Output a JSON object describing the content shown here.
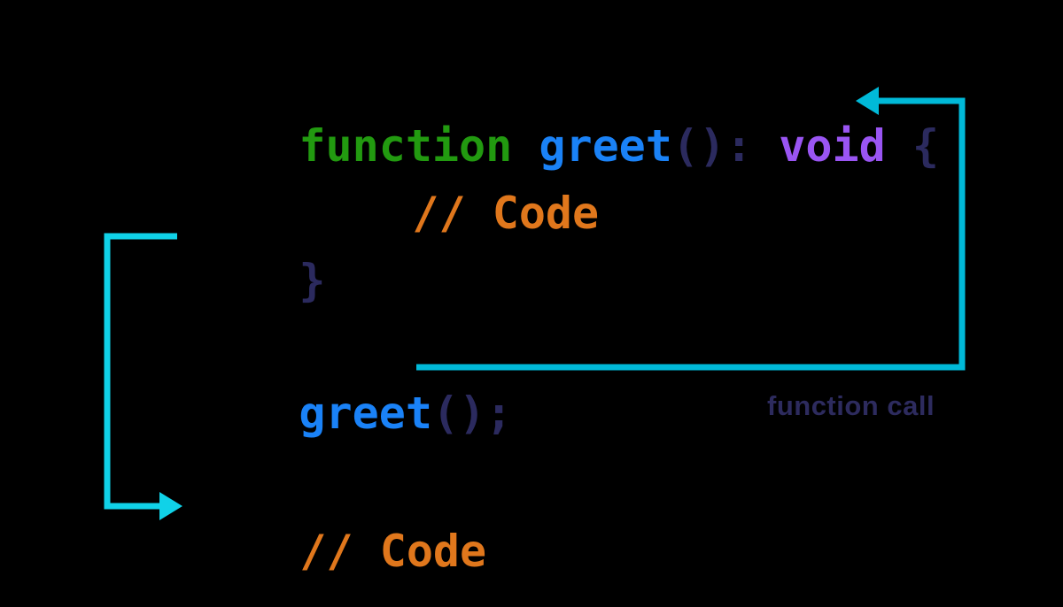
{
  "colors": {
    "background": "#000000",
    "keyword": "#229a10",
    "function_name": "#1a82f7",
    "punctuation": "#2b2a5e",
    "type": "#9a55f3",
    "comment": "#e0771c",
    "arrow_call": "#00b9d8",
    "arrow_return": "#10d2e8",
    "label": "#2d2b5e"
  },
  "code": {
    "signature": {
      "keyword": "function ",
      "name": "greet",
      "params_colon": "(): ",
      "return_type": "void",
      "open_brace": " {"
    },
    "body_comment": "// Code",
    "close_brace": "}",
    "call": {
      "name": "greet",
      "parens_semicolon": "();"
    },
    "after_comment": "// Code"
  },
  "annotation": {
    "function_call_label": "function call"
  }
}
